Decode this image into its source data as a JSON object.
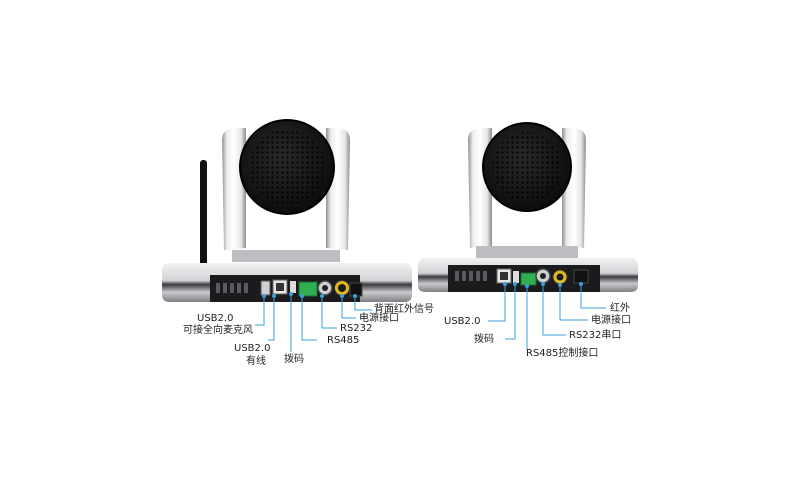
{
  "left_camera": {
    "labels": {
      "usb_mic_line1": "USB2.0",
      "usb_mic_line2": "可接全向麦克风",
      "usb_wired_line1": "USB2.0",
      "usb_wired_line2": "有线",
      "dip": "拨码",
      "rs485": "RS485",
      "rs232": "RS232",
      "power": "电源接口",
      "ir": "背面红外信号"
    }
  },
  "right_camera": {
    "labels": {
      "usb": "USB2.0",
      "dip": "拨码",
      "rs485": "RS485控制接口",
      "rs232": "RS232串口",
      "power": "电源接口",
      "ir": "红外"
    }
  },
  "colors": {
    "leader_line": "#3aa0d8",
    "body_silver": "#d9dadc",
    "panel_black": "#1b1b1d"
  }
}
